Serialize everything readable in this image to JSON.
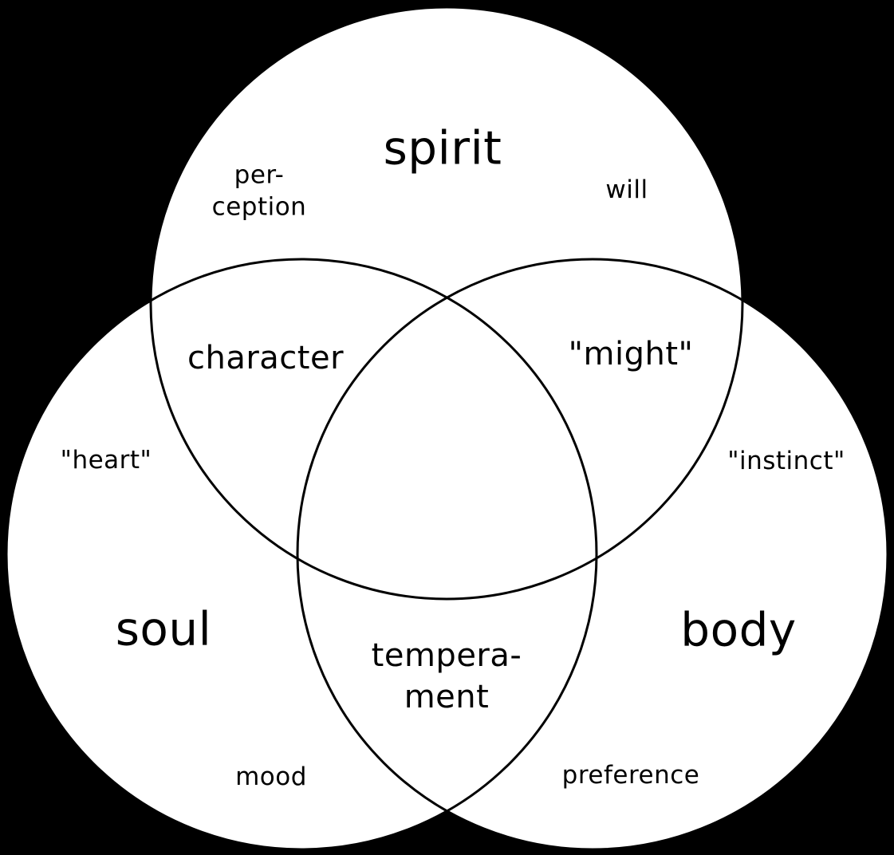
{
  "diagram": {
    "type": "venn-3",
    "background_color": "#000000",
    "circle_fill": "#ffffff",
    "circle_stroke": "#000000",
    "sets": {
      "top": "spirit",
      "bottom_left": "soul",
      "bottom_right": "body"
    },
    "labels": {
      "spirit": "spirit",
      "soul": "soul",
      "body": "body",
      "perception": "per-\nception",
      "will": "will",
      "character": "character",
      "might": "\"might\"",
      "heart": "\"heart\"",
      "instinct": "\"instinct\"",
      "temperament": "tempera-\nment",
      "mood": "mood",
      "preference": "preference"
    }
  }
}
